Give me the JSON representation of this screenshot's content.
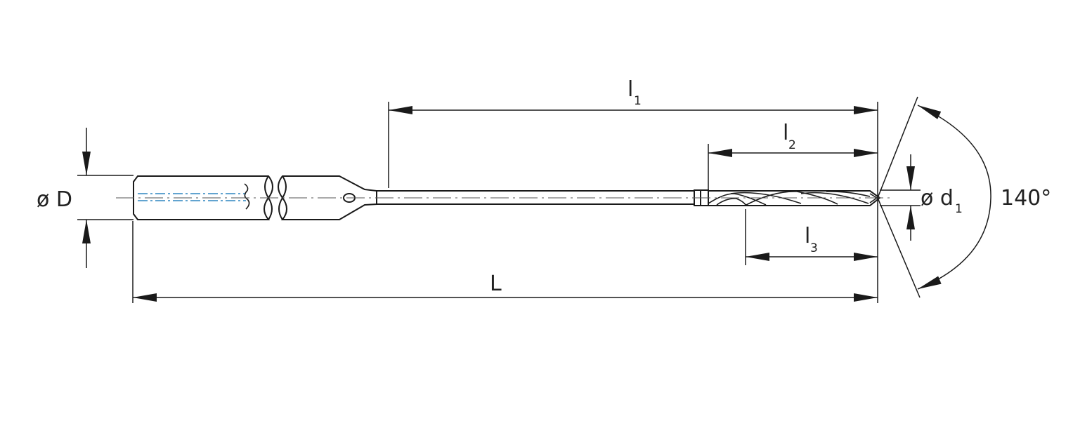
{
  "labels": {
    "diameter_shank": "ø D",
    "diameter_tip_main": "ø d",
    "diameter_tip_sub": "1",
    "total_length": "L",
    "l1_main": "l",
    "l1_sub": "1",
    "l2_main": "l",
    "l2_sub": "2",
    "l3_main": "l",
    "l3_sub": "3",
    "point_angle": "140°"
  },
  "colors": {
    "line": "#1a1a1a",
    "centerline": "#555555",
    "coolant": "#2e86c1"
  }
}
